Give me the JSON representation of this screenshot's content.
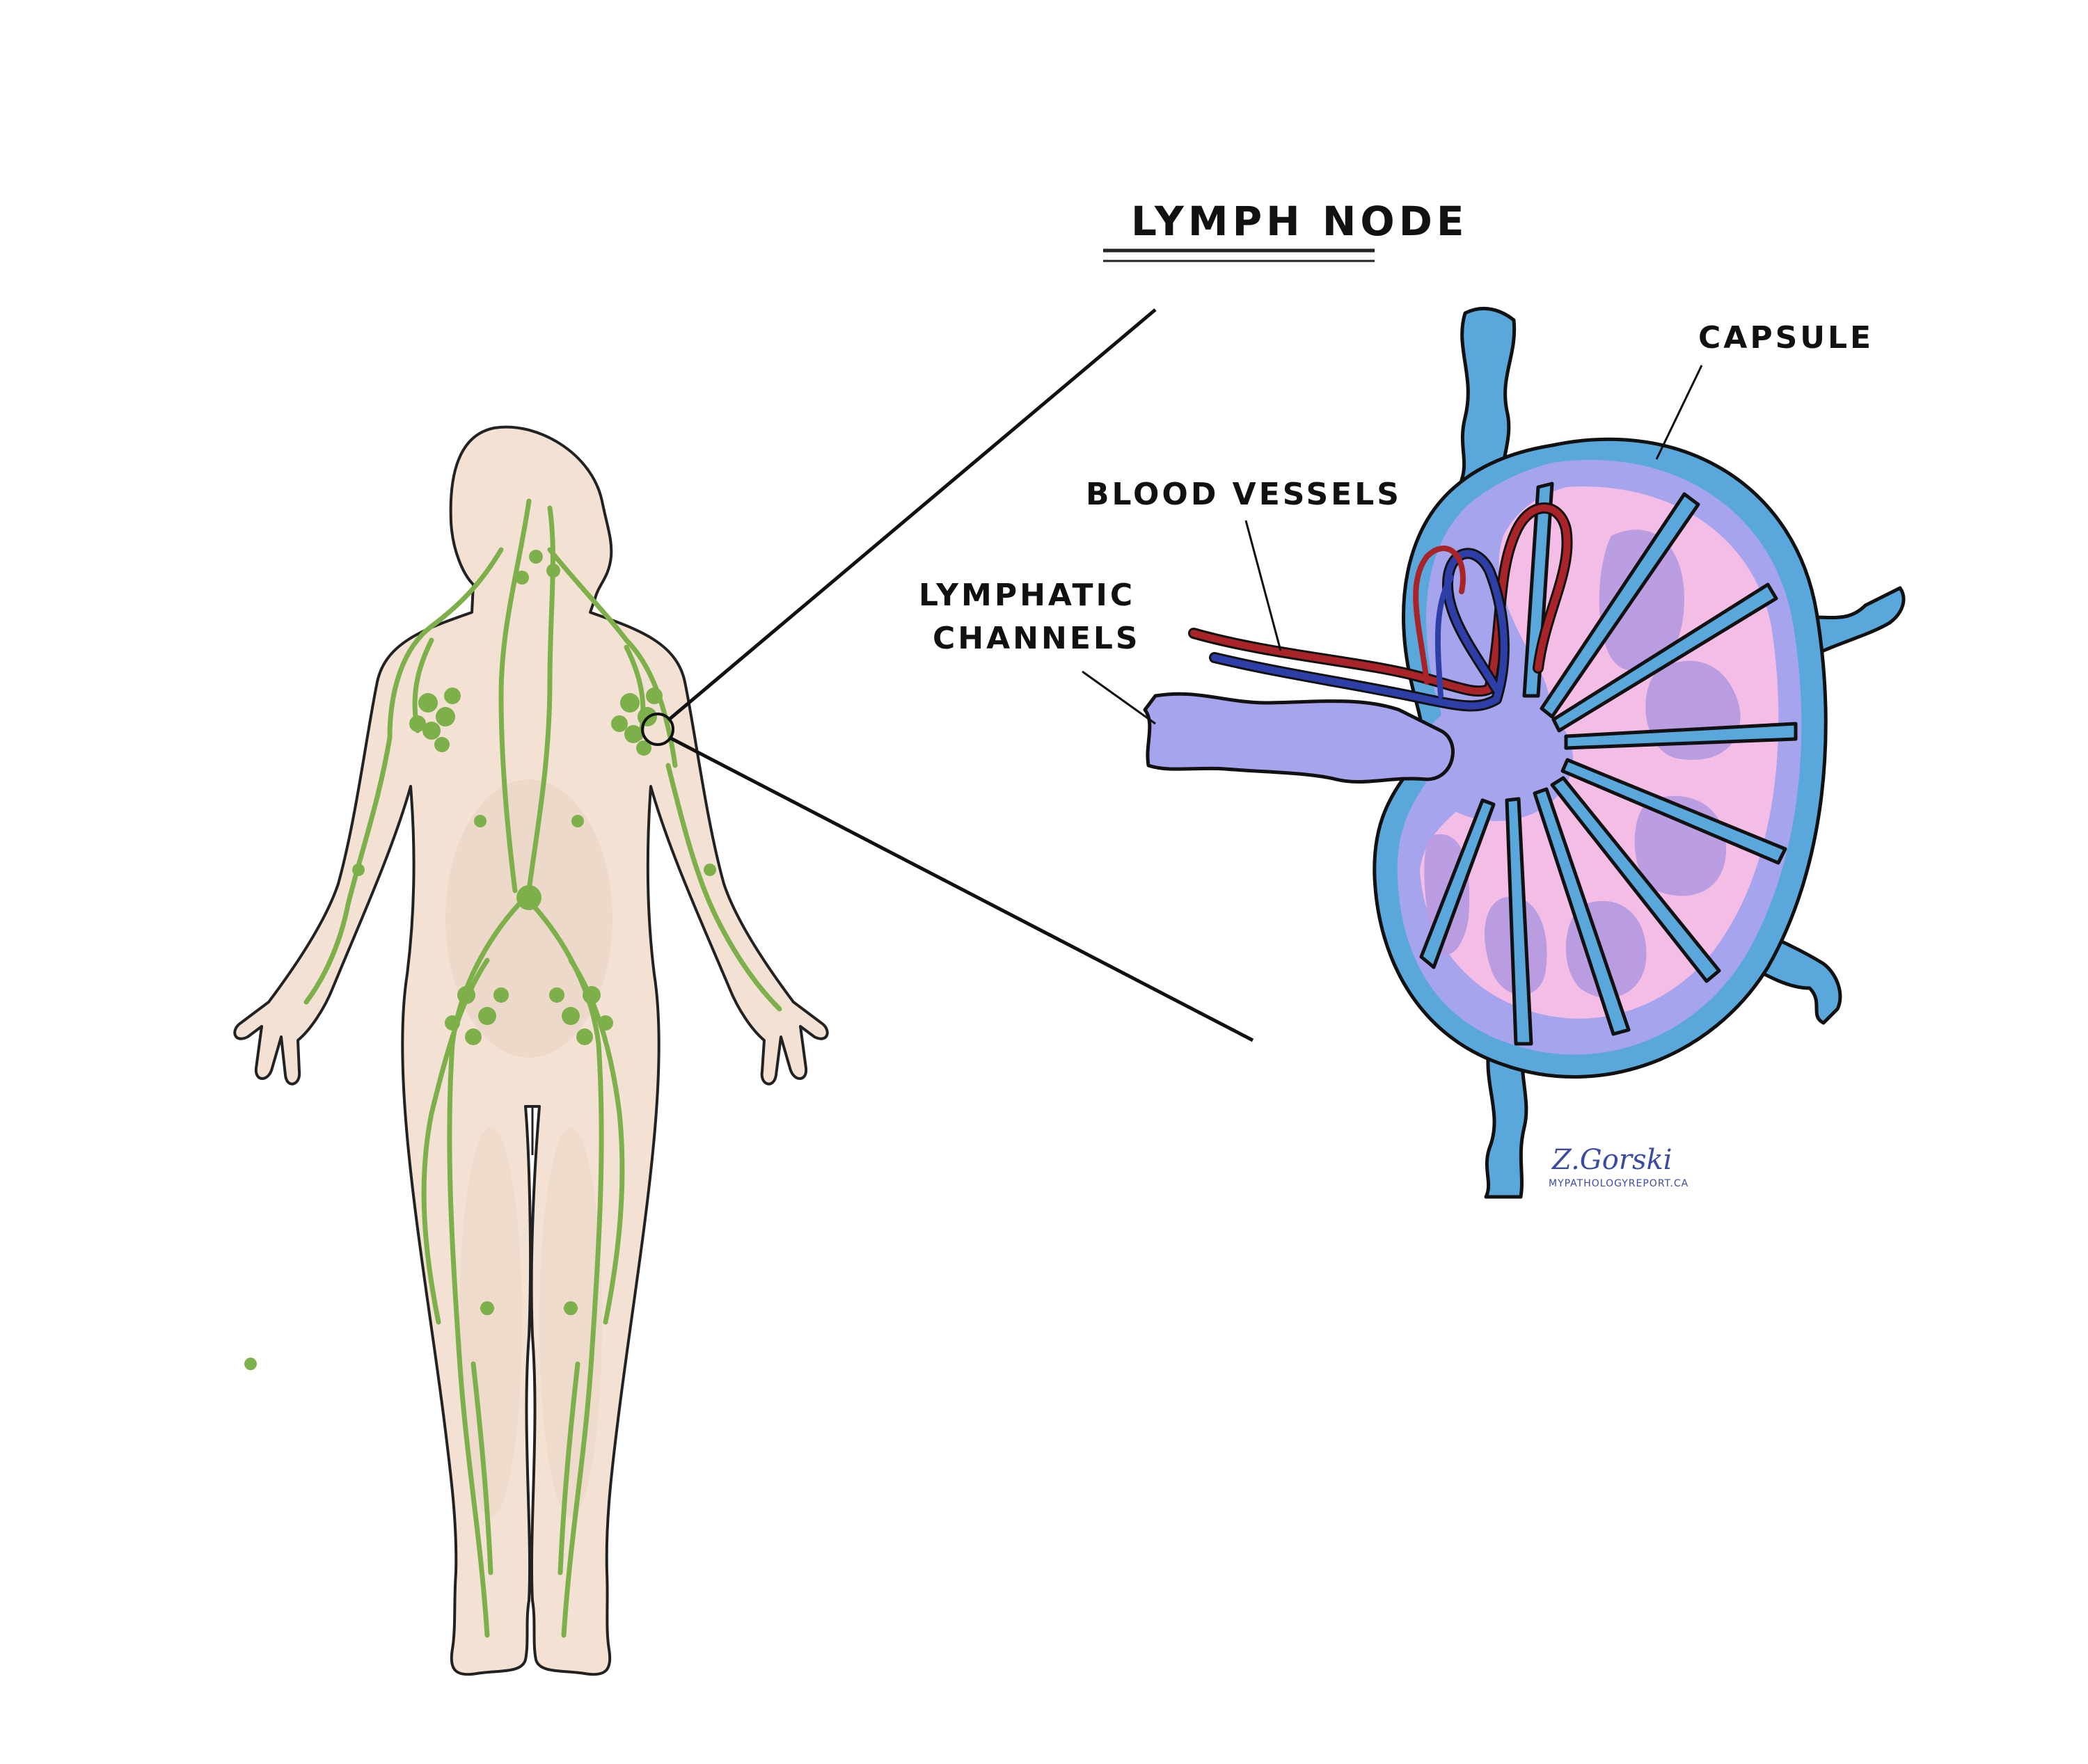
{
  "title": "LYMPH NODE",
  "labels": {
    "capsule": "CAPSULE",
    "blood_vessels": "BLOOD VESSELS",
    "lymphatic_channels_line1": "LYMPHATIC",
    "lymphatic_channels_line2": "CHANNELS"
  },
  "signature": {
    "name": "Z.Gorski",
    "site": "MYPATHOLOGYREPORT.CA"
  },
  "colors": {
    "skin": "#f3e2d4",
    "lymph_green": "#7db04a",
    "capsule_blue": "#5aa7dc",
    "sinus_lavender": "#a7a4ee",
    "cortex_pink": "#f3bde6",
    "follicle_purple": "#b79be0",
    "artery_red": "#a82428",
    "vein_blue": "#2d3fa6"
  }
}
